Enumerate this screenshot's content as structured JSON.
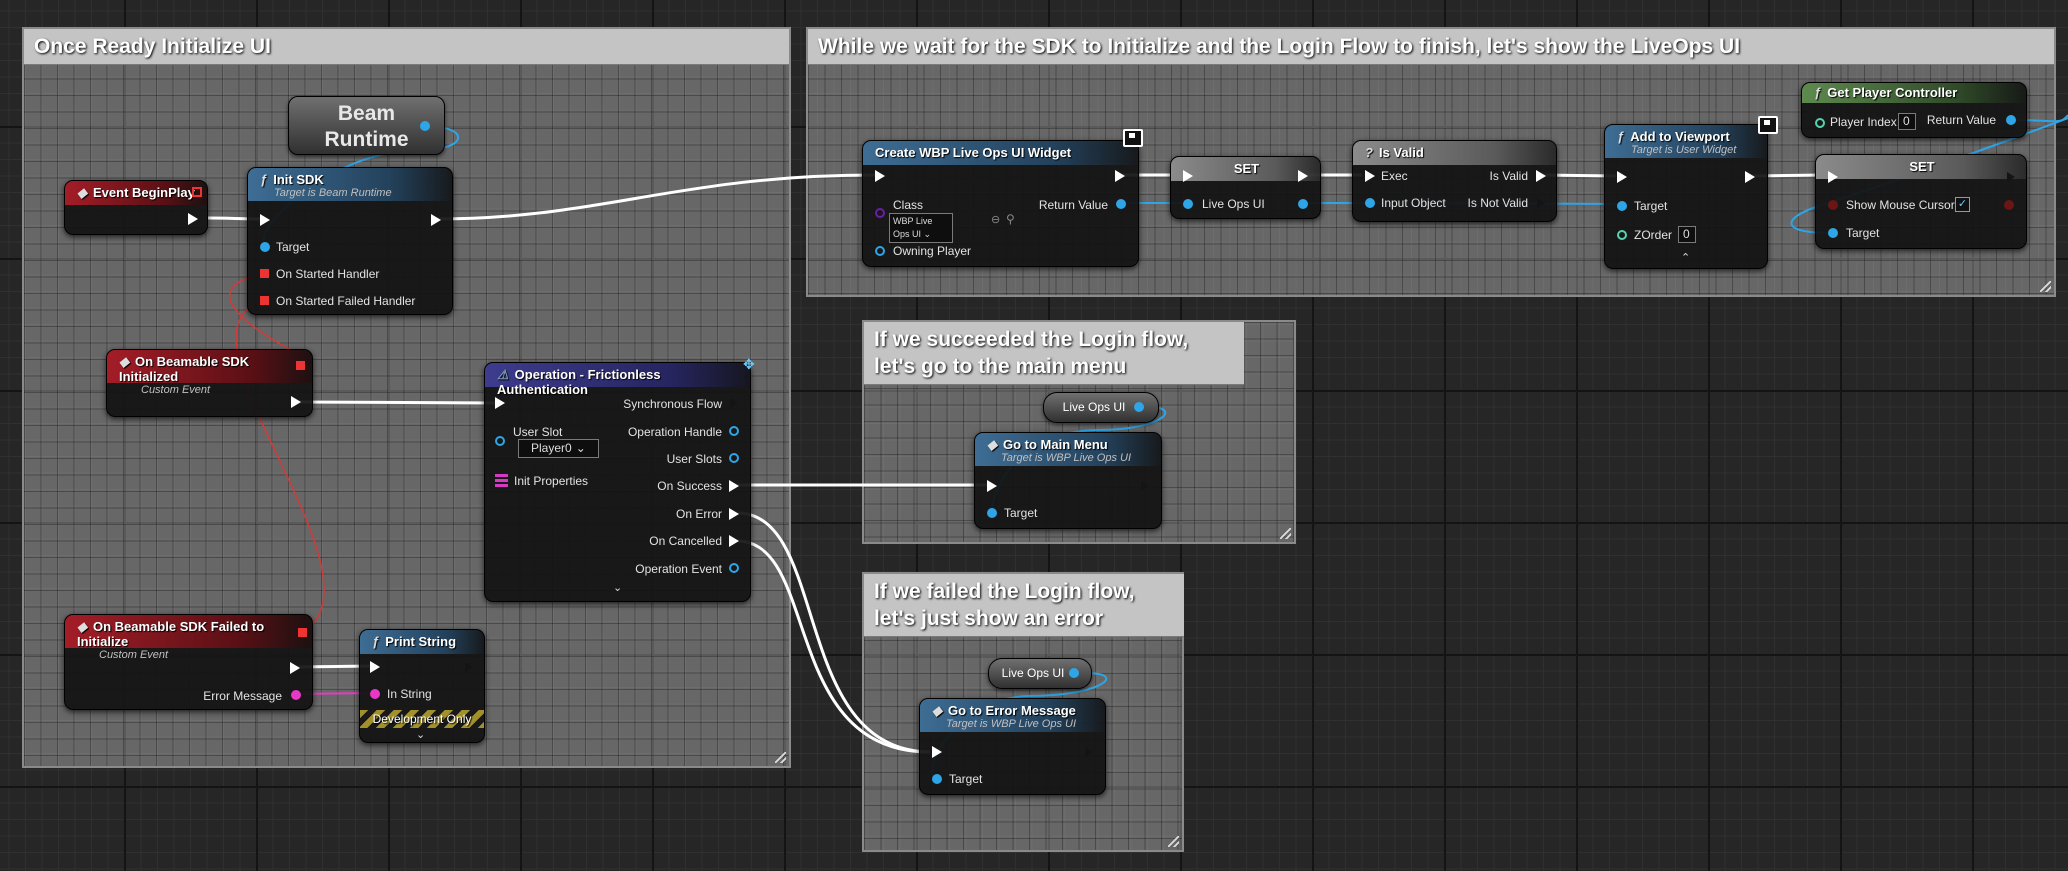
{
  "comments": {
    "init_ui": "Once Ready Initialize UI",
    "liveops": "While we wait for the SDK to Initialize and the Login Flow to finish, let's show the LiveOps UI",
    "success": "If we succeeded the Login flow, let's go to the main menu",
    "failed": "If we failed the Login flow, let's just show an error"
  },
  "nodes": {
    "beam_runtime": {
      "line1": "Beam",
      "line2": "Runtime"
    },
    "event_begin_play": {
      "title": "Event BeginPlay"
    },
    "init_sdk": {
      "title": "Init SDK",
      "subtitle": "Target is Beam Runtime",
      "target": "Target",
      "on_started": "On Started Handler",
      "on_started_failed": "On Started Failed Handler"
    },
    "sdk_initialized": {
      "title": "On Beamable SDK Initialized",
      "subtitle": "Custom Event"
    },
    "sdk_failed": {
      "title": "On Beamable SDK Failed to Initialize",
      "subtitle": "Custom Event",
      "error_message": "Error Message"
    },
    "print_string": {
      "title": "Print String",
      "in_string": "In String",
      "dev_only": "Development Only"
    },
    "operation": {
      "title": "Operation - Frictionless Authentication",
      "sync_flow": "Synchronous Flow",
      "user_slot": "User Slot",
      "user_slot_value": "Player0",
      "op_handle": "Operation Handle",
      "user_slots": "User Slots",
      "init_props": "Init Properties",
      "on_success": "On Success",
      "on_error": "On Error",
      "on_cancelled": "On Cancelled",
      "op_event": "Operation Event"
    },
    "create_widget": {
      "title": "Create WBP Live Ops UI Widget",
      "class": "Class",
      "class_value": "WBP Live Ops UI",
      "return_value": "Return Value",
      "owning_player": "Owning Player"
    },
    "set1": {
      "title": "SET",
      "pin": "Live Ops UI"
    },
    "is_valid": {
      "title": "Is Valid",
      "glyph": "?",
      "exec": "Exec",
      "is_valid": "Is Valid",
      "input_object": "Input Object",
      "is_not_valid": "Is Not Valid"
    },
    "add_viewport": {
      "title": "Add to Viewport",
      "subtitle": "Target is User Widget",
      "target": "Target",
      "zorder": "ZOrder",
      "zorder_value": "0"
    },
    "get_player_controller": {
      "title": "Get Player Controller",
      "player_index": "Player Index",
      "player_index_value": "0",
      "return_value": "Return Value"
    },
    "set2": {
      "title": "SET",
      "show_cursor": "Show Mouse Cursor",
      "target": "Target"
    },
    "liveops_var1": {
      "label": "Live Ops UI"
    },
    "main_menu": {
      "title": "Go to Main Menu",
      "subtitle": "Target is WBP Live Ops UI",
      "target": "Target"
    },
    "liveops_var2": {
      "label": "Live Ops UI"
    },
    "error_message": {
      "title": "Go to Error Message",
      "subtitle": "Target is WBP Live Ops UI",
      "target": "Target"
    }
  },
  "glyphs": {
    "function": "ƒ",
    "event": "◆",
    "warning": "⚠"
  },
  "colors": {
    "wire_exec": "#ffffff",
    "wire_object": "#2ea5e6",
    "wire_event": "#d03b3b",
    "wire_string": "#e838c7"
  }
}
